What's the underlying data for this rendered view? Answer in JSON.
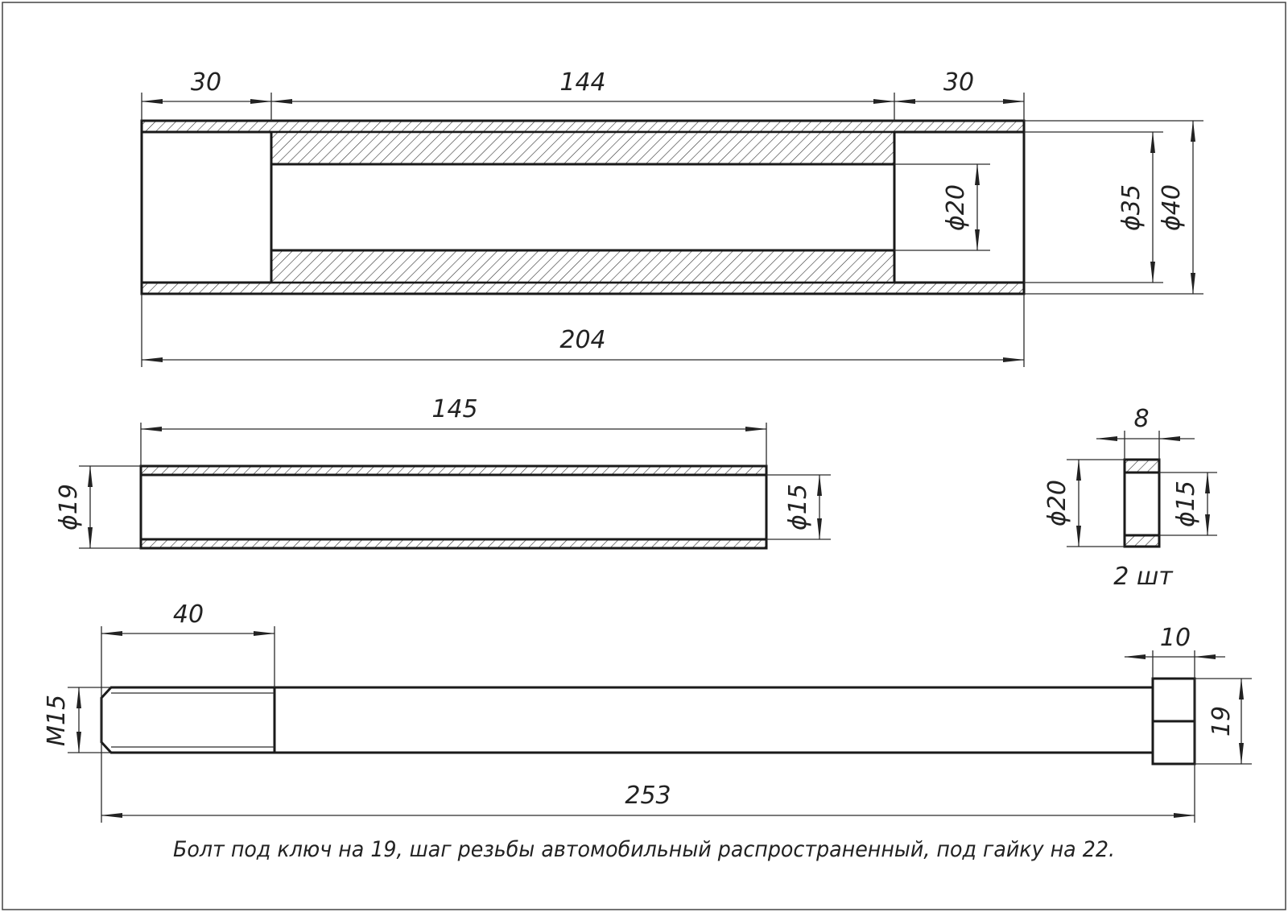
{
  "colors": {
    "line": "#1a1a1a",
    "background": "#ffffff"
  },
  "tube": {
    "dim_left": "30",
    "dim_middle": "144",
    "dim_right": "30",
    "dim_total": "204",
    "dia_inner": "ϕ20",
    "dia_bore": "ϕ35",
    "dia_outer": "ϕ40"
  },
  "sleeve": {
    "dim_length": "145",
    "dia_outer": "ϕ19",
    "dia_inner": "ϕ15"
  },
  "washer": {
    "dim_width": "8",
    "dia_outer": "ϕ20",
    "dia_inner": "ϕ15",
    "quantity": "2 шт"
  },
  "bolt": {
    "dim_thread": "40",
    "thread_size": "M15",
    "dim_head": "10",
    "head_size": "19",
    "dim_total": "253"
  },
  "note": "Болт под ключ на 19,  шаг резьбы автомобильный распространенный, под гайку на 22."
}
